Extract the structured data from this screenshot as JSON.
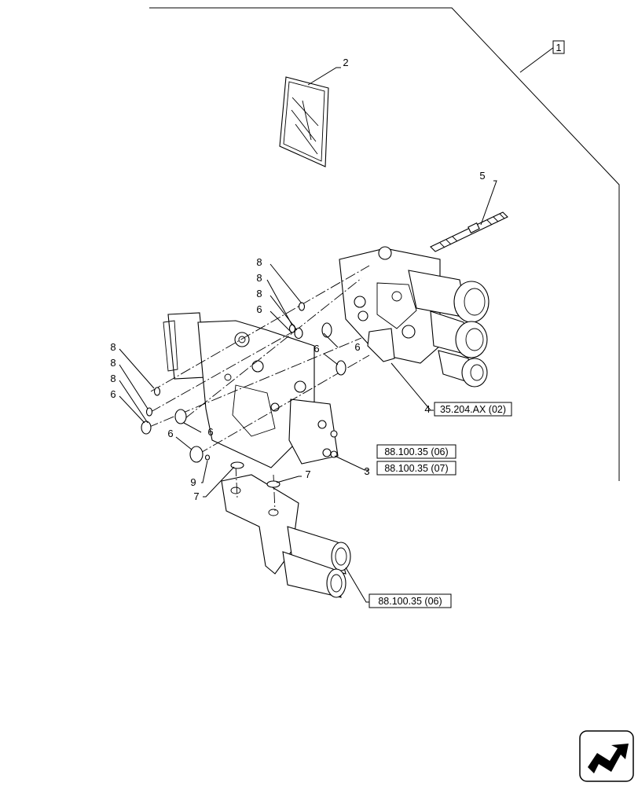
{
  "callouts": {
    "c1": "1",
    "c2": "2",
    "c3": "3",
    "c4": "4",
    "c5": "5",
    "c6a": "6",
    "c6b": "6",
    "c6c": "6",
    "c6d": "6",
    "c6e": "6",
    "c6f": "6",
    "c7a": "7",
    "c7b": "7",
    "c8a": "8",
    "c8b": "8",
    "c8c": "8",
    "c8d": "8",
    "c8e": "8",
    "c8f": "8",
    "c9": "9"
  },
  "references": {
    "ref_item4": "35.204.AX (02)",
    "ref_item3_a": "88.100.35 (06)",
    "ref_item3_b": "88.100.35 (07)",
    "ref_couplers": "88.100.35 (06)"
  },
  "nav": {
    "icon": "navigation-arrow-icon"
  }
}
